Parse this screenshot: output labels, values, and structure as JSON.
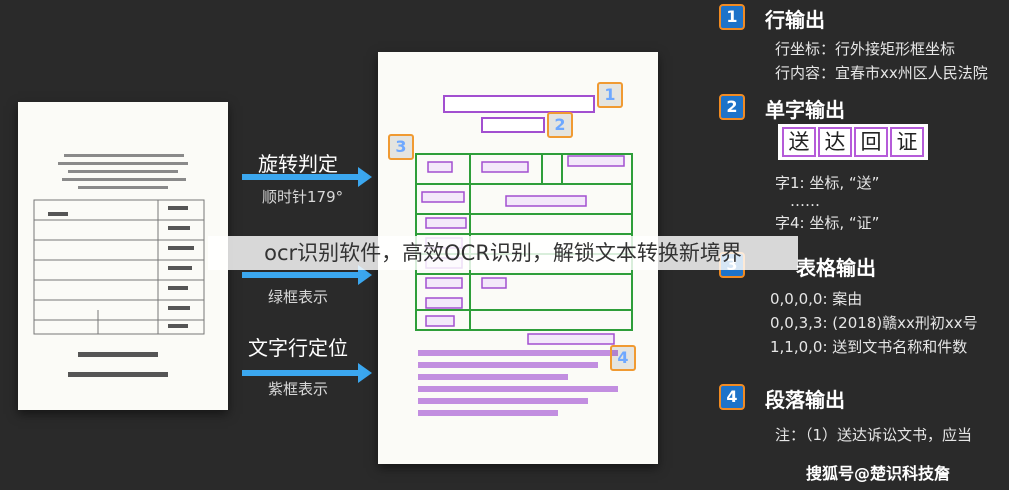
{
  "headline": "ocr识别软件，高效OCR识别，解锁文本转换新境界",
  "steps": [
    {
      "title": "旋转判定",
      "sub": "顺时针179°"
    },
    {
      "title": "",
      "sub": "绿框表示"
    },
    {
      "title": "文字行定位",
      "sub": "紫框表示"
    }
  ],
  "markers": [
    "1",
    "2",
    "3",
    "4"
  ],
  "sections": [
    {
      "num": "1",
      "title": "行输出",
      "lines": [
        "行坐标：行外接矩形框坐标",
        "行内容：宜春市xx州区人民法院"
      ]
    },
    {
      "num": "2",
      "title": "单字输出",
      "chars": [
        "送",
        "达",
        "回",
        "证"
      ],
      "lines": [
        "字1: 坐标, “送”",
        "……",
        "字4: 坐标, “证”"
      ]
    },
    {
      "num": "3",
      "title": "表格输出",
      "lines": [
        "0,0,0,0: 案由",
        "0,0,3,3: (2018)赣xx刑初xx号",
        "1,1,0,0: 送到文书名称和件数"
      ]
    },
    {
      "num": "4",
      "title": "段落输出",
      "lines": [
        "注：（1）送达诉讼文书，应当"
      ]
    }
  ],
  "watermark": "搜狐号@楚识科技詹"
}
